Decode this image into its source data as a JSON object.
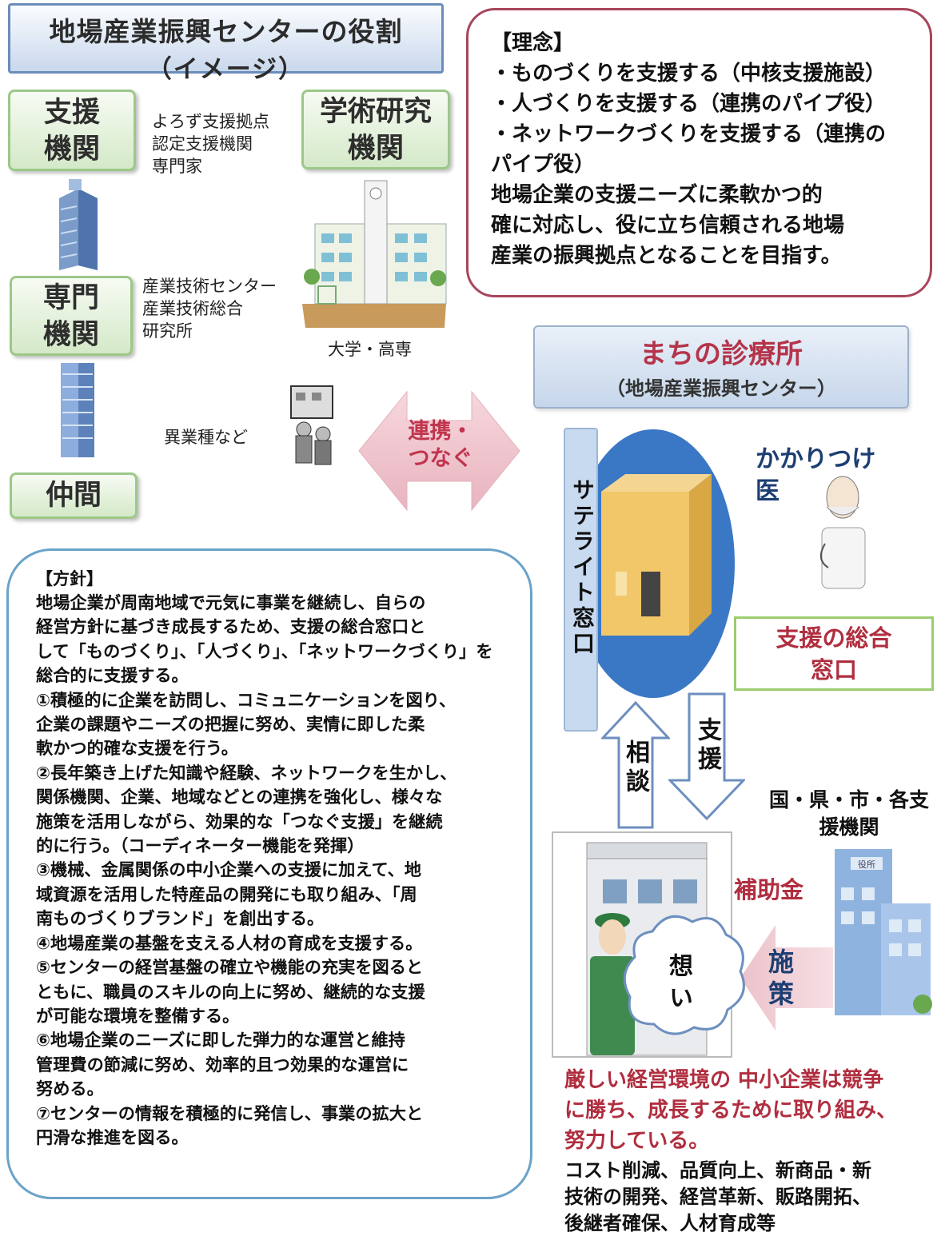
{
  "title": {
    "line1": "地場産業振興センターの役割",
    "line2": "（イメージ）"
  },
  "left_buttons": {
    "shien": "支援機関",
    "senmon": "専門機関",
    "nakama": "仲間",
    "gakujutsu": "学術研究機関"
  },
  "left_buttons_split": {
    "shien_1": "支援",
    "shien_2": "機関",
    "senmon_1": "専門",
    "senmon_2": "機関",
    "gaku_1": "学術研究",
    "gaku_2": "機関"
  },
  "labels": {
    "shien_list": [
      "よろず支援拠点",
      "認定支援機関",
      "専門家"
    ],
    "senmon_list": [
      "産業技術センター",
      "産業技術総合",
      "研究所"
    ],
    "university": "大学・高専",
    "igyoushu": "異業種など",
    "renkei_1": "連携・",
    "renkei_2": "つなぐ"
  },
  "riren": {
    "heading": "【理念】",
    "lines": [
      "・ものづくりを支援する（中核支援施設）",
      "・人づくりを支援する（連携のパイプ役）",
      "・ネットワークづくりを支援する（連携の",
      "パイプ役）",
      "地場企業の支援ニーズに柔軟かつ的",
      "確に対応し、役に立ち信頼される地場",
      "産業の振興拠点となることを目指す。"
    ]
  },
  "clinic": {
    "name": "まちの診療所",
    "sub": "（地場産業振興センター）"
  },
  "satellite": "サテライト窓口",
  "doctor": {
    "line1": "かかりつけ",
    "line2": "医"
  },
  "general_window": {
    "line1": "支援の総合",
    "line2": "窓口"
  },
  "arrows": {
    "soudan": "相談",
    "shien": "支援",
    "shisaku": "施策"
  },
  "thought": "想い",
  "government": {
    "line1": "国・県・市・各支",
    "line2": "援機関"
  },
  "subsidy": "補助金",
  "building_sign": "役所",
  "houshin": {
    "heading": "【方針】",
    "body": "地場企業が周南地域で元気に事業を継続し、自らの\n経営方針に基づき成長するため、支援の総合窓口と\nして「ものづくり」、「人づくり」、「ネットワークづくり」を\n総合的に支援する。\n①積極的に企業を訪問し、コミュニケーションを図り、\n企業の課題やニーズの把握に努め、実情に即した柔\n軟かつ的確な支援を行う。\n②長年築き上げた知識や経験、ネットワークを生かし、\n関係機関、企業、地域などとの連携を強化し、様々な\n施策を活用しながら、効果的な「つなぐ支援」を継続\n的に行う。（コーディネーター機能を発揮）\n③機械、金属関係の中小企業への支援に加えて、地\n域資源を活用した特産品の開発にも取り組み、「周\n南ものづくりブランド」を創出する。\n④地場産業の基盤を支える人材の育成を支援する。\n⑤センターの経営基盤の確立や機能の充実を図ると\nともに、職員のスキルの向上に努め、継続的な支援\nが可能な環境を整備する。\n⑥地場企業のニーズに即した弾力的な運営と維持\n管理費の節減に努め、効率的且つ効果的な運営に\n努める。\n⑦センターの情報を積極的に発信し、事業の拡大と\n円滑な推進を図る。"
  },
  "bottom": {
    "red_lines": [
      "厳しい経営環境の 中小企業は競争",
      "に勝ち、成長するために取り組み、",
      "努力している。"
    ],
    "black_lines": [
      "コスト削減、品質向上、新商品・新",
      "技術の開発、経営革新、販路開拓、",
      "後継者確保、人材育成等"
    ]
  },
  "colors": {
    "accent_red": "#b02e3f",
    "clinic_red": "#b5344a",
    "riren_border": "#a8465c",
    "houshin_border": "#6ba3c8",
    "green_button": "#9cc888"
  }
}
